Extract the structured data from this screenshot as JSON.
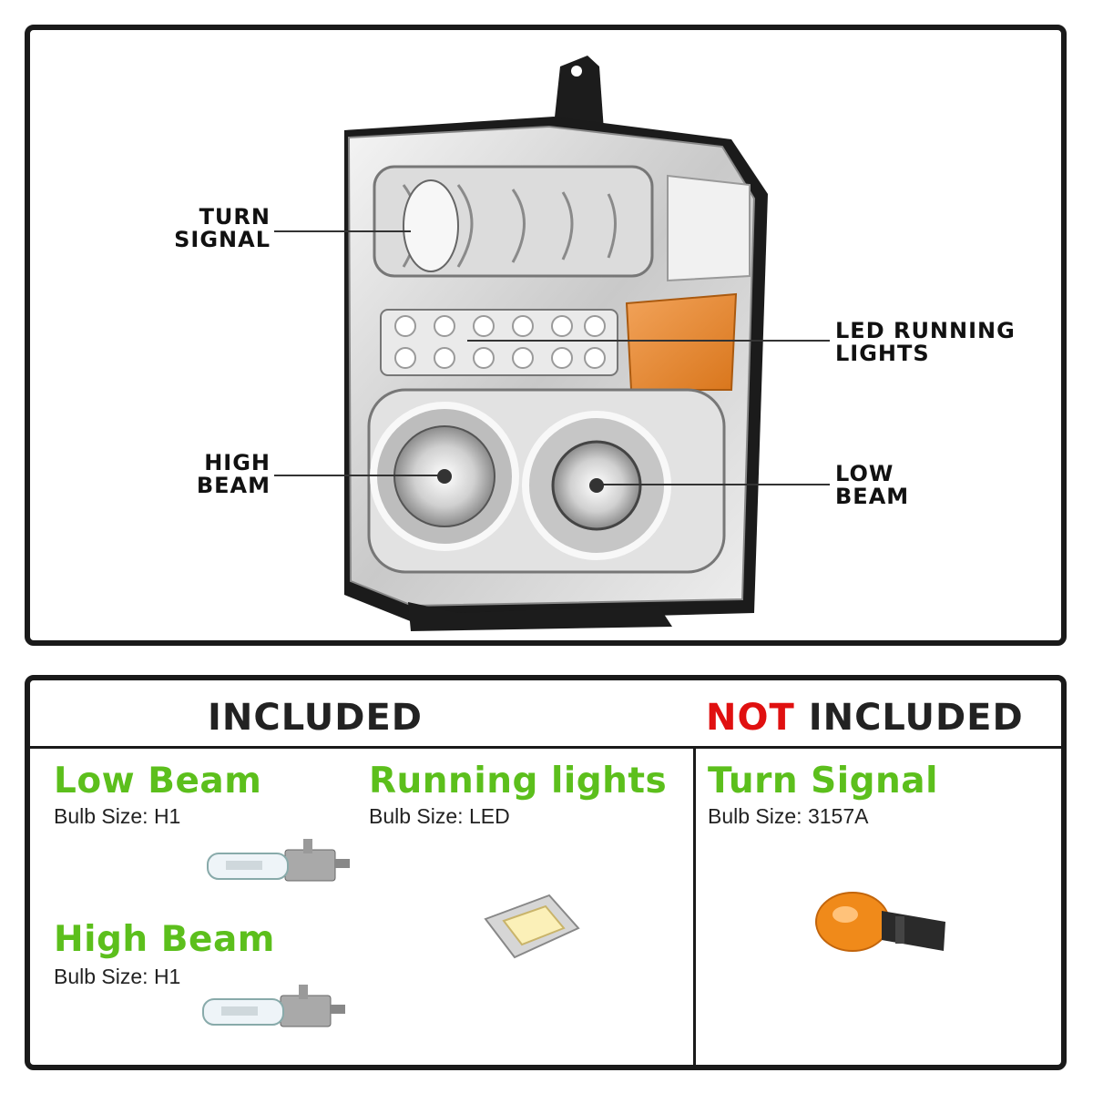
{
  "diagram": {
    "callouts": {
      "turn_signal": [
        "TURN",
        "SIGNAL"
      ],
      "led_running": [
        "LED RUNNING",
        "LIGHTS"
      ],
      "high_beam": [
        "HIGH",
        "BEAM"
      ],
      "low_beam": [
        "LOW",
        "BEAM"
      ]
    }
  },
  "table": {
    "included_label": "INCLUDED",
    "not_word": "NOT",
    "not_included_label": "INCLUDED",
    "items": [
      {
        "title": "Low Beam",
        "subtitle": "Bulb Size: H1"
      },
      {
        "title": "Running lights",
        "subtitle": "Bulb Size: LED"
      },
      {
        "title": "High Beam",
        "subtitle": "Bulb Size: H1"
      },
      {
        "title": "Turn Signal",
        "subtitle": "Bulb Size: 3157A"
      }
    ]
  },
  "colors": {
    "accent_green": "#5cbf1c",
    "not_red": "#e01010",
    "amber": "#e0871e"
  }
}
